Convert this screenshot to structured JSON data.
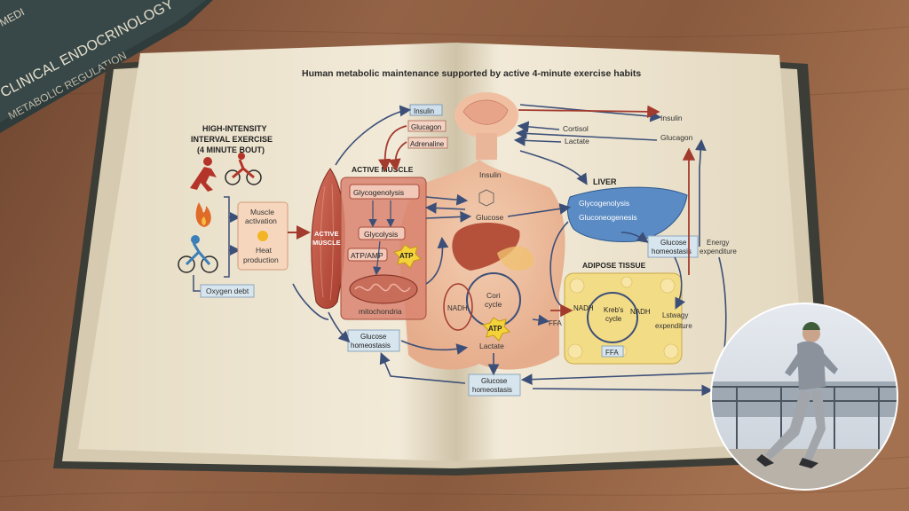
{
  "spine_book": {
    "line1": "MEDI",
    "line2": "CLINICAL ENDOCRINOLOGY",
    "line3": "METABOLIC REGULATION"
  },
  "page_title": "Human metabolic maintenance supported by active 4-minute exercise habits",
  "left_panel": {
    "hiit_line1": "HIGH-INTENSITY",
    "hiit_line2": "INTERVAL EXERCISE",
    "hiit_line3": "(4 MINUTE BOUT)",
    "muscle_activation_1": "Muscle",
    "muscle_activation_2": "activation",
    "heat_production_1": "Heat",
    "heat_production_2": "production",
    "oxygen_debt": "Oxygen debt",
    "active_muscle_label_1": "ACTIVE",
    "active_muscle_label_2": "MUSCLE"
  },
  "active_muscle_box": {
    "heading": "ACTIVE MUSCLE",
    "glycogenolysis": "Glycogenolysis",
    "glycolysis": "Glycolysis",
    "atp_amp": "ATP/AMP",
    "atp": "ATP",
    "mitochondria": "mitochondria"
  },
  "hormones_left": {
    "insulin": "Insulin",
    "glucagon": "Glucagon",
    "adrenaline": "Adrenaline"
  },
  "hormones_right": {
    "insulin": "Insulin",
    "cortisol": "Cortisol",
    "lactate": "Lactate",
    "glucagon": "Glucagon"
  },
  "center": {
    "insulin": "Insulin",
    "glucose": "Glucose",
    "cori_1": "Cori",
    "cori_2": "cycle",
    "nadh": "NADH",
    "atp": "ATP",
    "lactate": "Lactate",
    "ffa": "FFA"
  },
  "liver": {
    "heading": "LIVER",
    "glycogenolysis": "Glycogenolysis",
    "gluconeogenesis": "Gluconeogenesis"
  },
  "glucose_homeostasis_right_1": "Glucose",
  "glucose_homeostasis_right_2": "homeostasis",
  "energy_1": "Energy",
  "energy_2": "expenditure",
  "adipose": {
    "heading": "ADIPOSE TISSUE",
    "nadh_left": "NADH",
    "krebs_1": "Kreb's",
    "krebs_2": "cycle",
    "nadh_right": "NADH",
    "ffa": "FFA",
    "lstwagy_1": "Lstwagy",
    "lstwagy_2": "expenditure"
  },
  "glucose_homeostasis_left_1": "Glucose",
  "glucose_homeostasis_left_2": "homeostasis",
  "glucose_homeostasis_bottom_1": "Glucose",
  "glucose_homeostasis_bottom_2": "homeostasis",
  "colors": {
    "table": "#8a5a3a",
    "page": "#efe6d2",
    "muscle": "#c0503e",
    "liver": "#4f7fb5",
    "adipose": "#f2dc8a",
    "arrow": "#3c4f78",
    "arrow_red": "#a33a2e"
  }
}
